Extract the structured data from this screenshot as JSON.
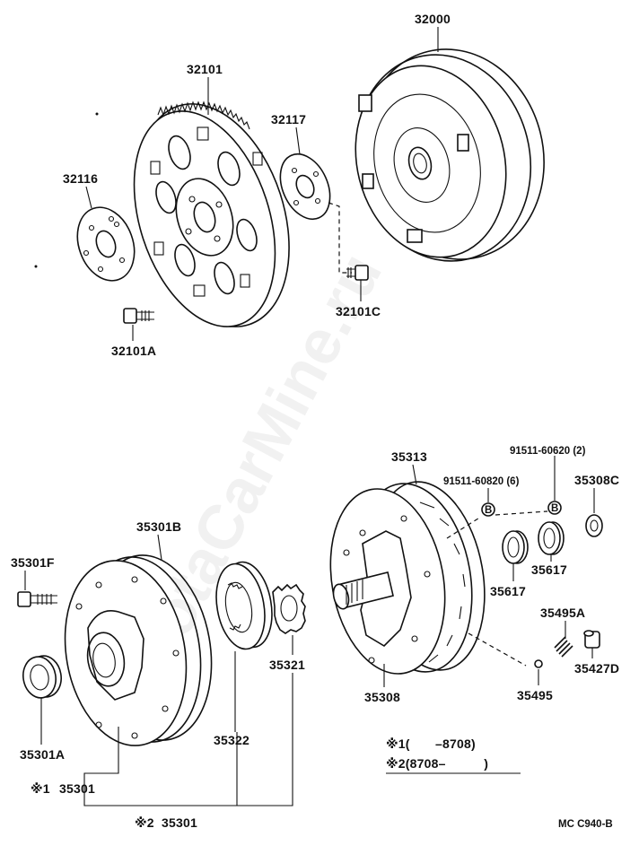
{
  "watermark": "ToyotaCarMine.ru",
  "labels": {
    "p32000": "32000",
    "p32101": "32101",
    "p32117": "32117",
    "p32116": "32116",
    "p32101C": "32101C",
    "p32101A": "32101A",
    "p35313": "35313",
    "p91511_60620": "91511-60620 (2)",
    "p91511_60820": "91511-60820 (6)",
    "p35308C": "35308C",
    "p35301B": "35301B",
    "p35301F": "35301F",
    "p35617a": "35617",
    "p35617b": "35617",
    "p35495A": "35495A",
    "p35321": "35321",
    "p35322": "35322",
    "p35427D": "35427D",
    "p35308": "35308",
    "p35495": "35495",
    "p35301A": "35301A",
    "p35301_1": "35301",
    "p35301_2": "35301",
    "ref1": "※1",
    "ref2": "※2",
    "circleB": "B"
  },
  "legend": {
    "line1": "※1(　　–8708)",
    "line2": "※2(8708–　　　)"
  },
  "code": "MC  C940-B"
}
